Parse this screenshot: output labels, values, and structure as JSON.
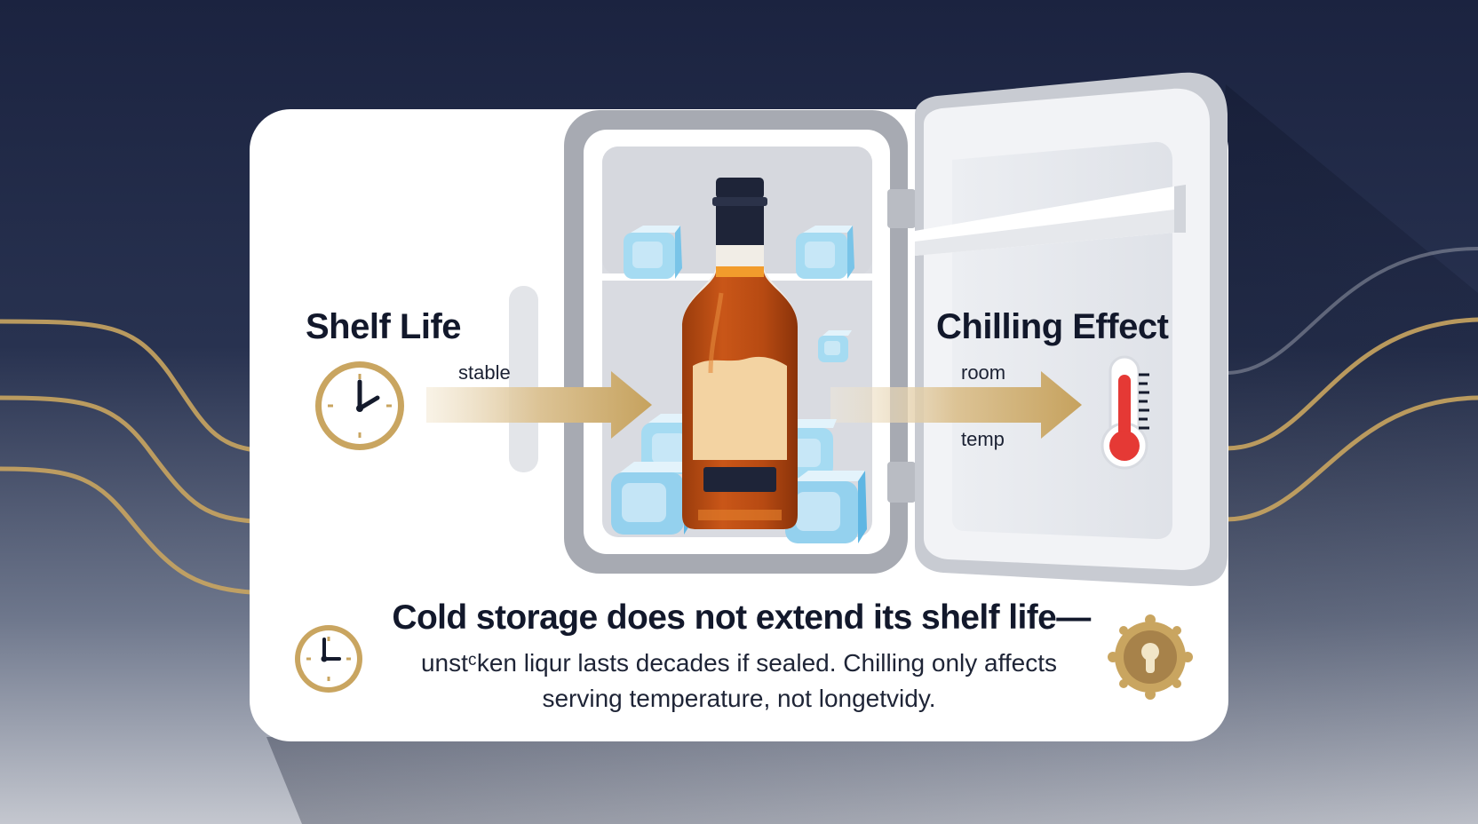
{
  "labels": {
    "shelf_life": "Shelf Life",
    "stable": "stable",
    "chilling_effect": "Chilling Effect",
    "room": "room",
    "temp": "temp"
  },
  "caption": {
    "headline": "Cold storage does not extend its shelf life—",
    "line1": "unstᶜken liqur lasts decades if sealed. Chilling only affects",
    "line2": "serving temperature, not longetvidy."
  },
  "icons": {
    "shelf_life": "clock-icon",
    "chilling": "thermometer-icon",
    "caption_left": "clock-icon",
    "caption_right": "keyhole-badge-icon",
    "center": "liquor-bottle-in-fridge"
  },
  "colors": {
    "background_top": "#1b2340",
    "background_bottom": "#b9bdc6",
    "card": "#ffffff",
    "gold": "#c9a560",
    "arrow_gold": "#c4a15e",
    "fridge_frame": "#a7aab2",
    "thermometer_red": "#e53935",
    "bottle_amber": "#b94b12",
    "label_cream": "#f3d3a2",
    "ice_blue": "#9fd7f0"
  }
}
